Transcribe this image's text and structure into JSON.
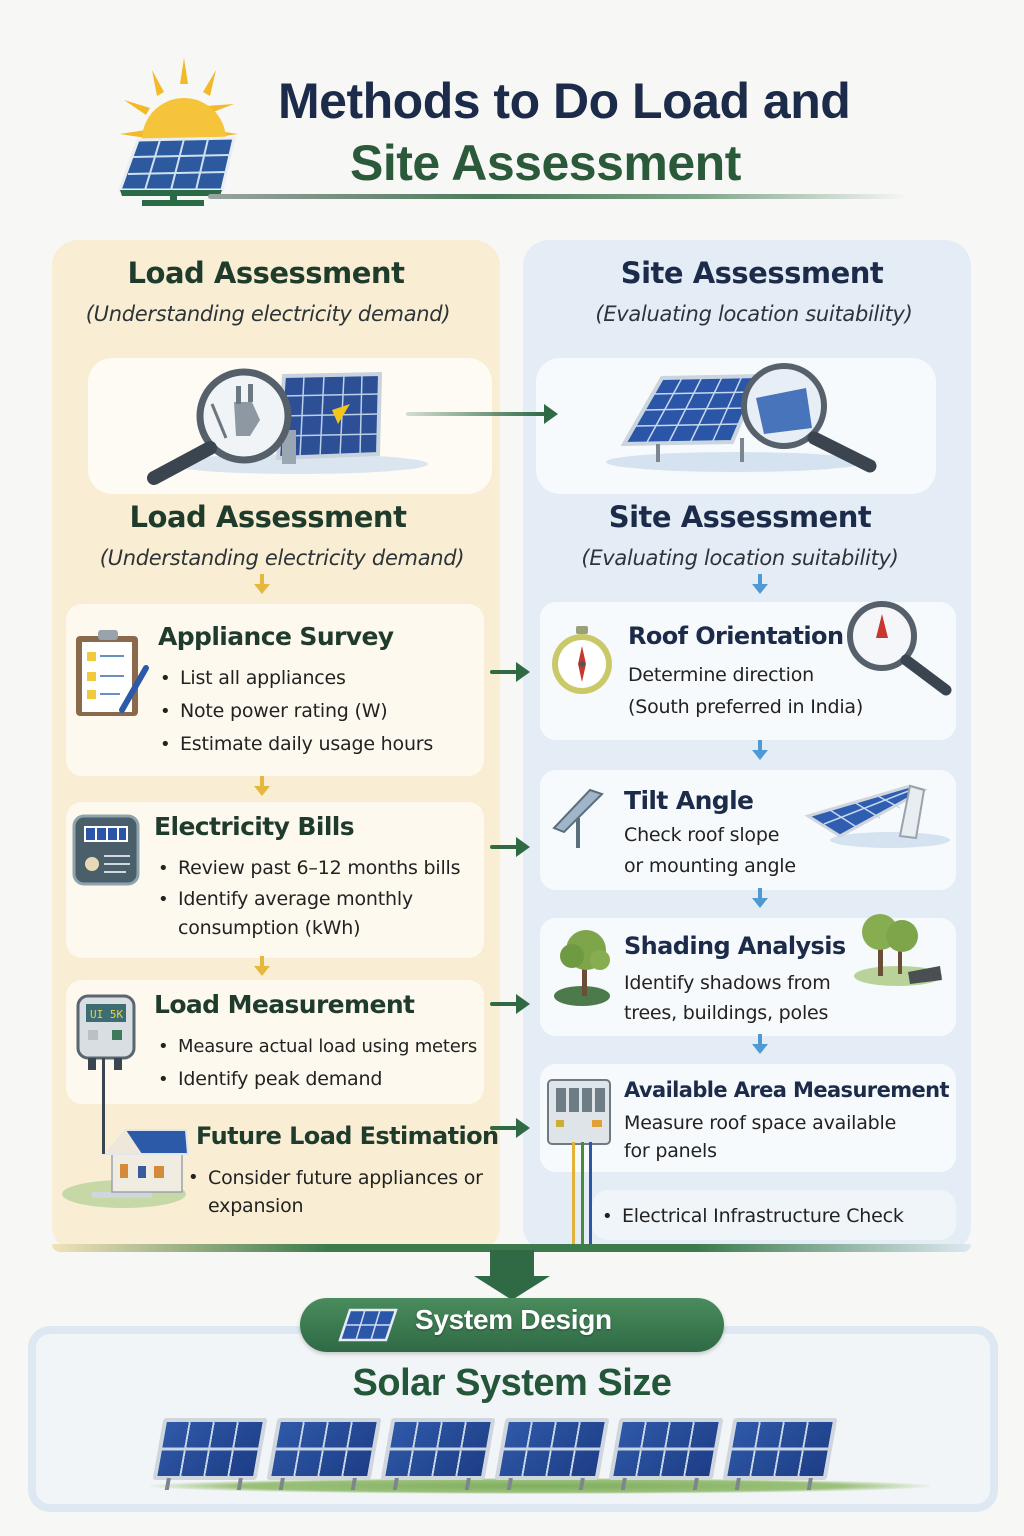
{
  "header": {
    "title_line1": "Methods to Do Load and",
    "title_line2": "Site Assessment",
    "logo_icon": "sun-solar-panel-icon"
  },
  "colors": {
    "load_bg": "#f9eed3",
    "site_bg": "#e4edf6",
    "accent_green": "#2f6a45",
    "title_navy": "#1c2b4a",
    "gold_arrow": "#e6b73f",
    "blue_arrow": "#4f9ad4"
  },
  "load": {
    "title": "Load Assessment",
    "subtitle": "(Understanding electricity demand)",
    "hero_icon": "magnifier-plug-solar-panel-icon",
    "title2": "Load Assessment",
    "subtitle2": "(Understanding electricity demand)",
    "steps": [
      {
        "title": "Appliance Survey",
        "icon": "clipboard-checklist-icon",
        "bullets": [
          "List all appliances",
          "Note power rating (W)",
          "Estimate daily usage hours"
        ]
      },
      {
        "title": "Electricity Bills",
        "icon": "electricity-bill-device-icon",
        "bullets": [
          "Review past 6–12 months bills",
          "Identify average monthly consumption (kWh)"
        ]
      },
      {
        "title": "Load Measurement",
        "icon": "energy-meter-icon",
        "bullets": [
          "Measure actual load using meters",
          "Identify peak demand"
        ]
      },
      {
        "title": "Future Load Estimation",
        "icon": "house-solar-roof-icon",
        "bullets": [
          "Consider future appliances or expansion"
        ]
      }
    ]
  },
  "site": {
    "title": "Site Assessment",
    "subtitle": "(Evaluating location suitability)",
    "hero_icon": "solar-panel-magnifier-icon",
    "title2": "Site Assessment",
    "subtitle2": "(Evaluating location suitability)",
    "steps": [
      {
        "title": "Roof Orientation",
        "icon": "compass-icon",
        "icon2": "magnifier-compass-icon",
        "lines": [
          "Determine direction",
          "(South preferred in India)"
        ]
      },
      {
        "title": "Tilt Angle",
        "icon": "tilted-panel-mount-icon",
        "icon2": "tilted-solar-panel-icon",
        "lines": [
          "Check roof slope",
          "or mounting angle"
        ]
      },
      {
        "title": "Shading Analysis",
        "icon": "tree-icon",
        "icon2": "trees-panels-icon",
        "lines": [
          "Identify shadows from",
          "trees, buildings, poles"
        ]
      },
      {
        "title": "Available Area Measurement",
        "icon": "electrical-panel-icon",
        "lines": [
          "Measure roof space available",
          "for panels"
        ]
      }
    ],
    "extra_bullet": "Electrical Infrastructure Check"
  },
  "bottom": {
    "design_label": "System Design",
    "size_title": "Solar System Size",
    "panel_count": 6
  }
}
